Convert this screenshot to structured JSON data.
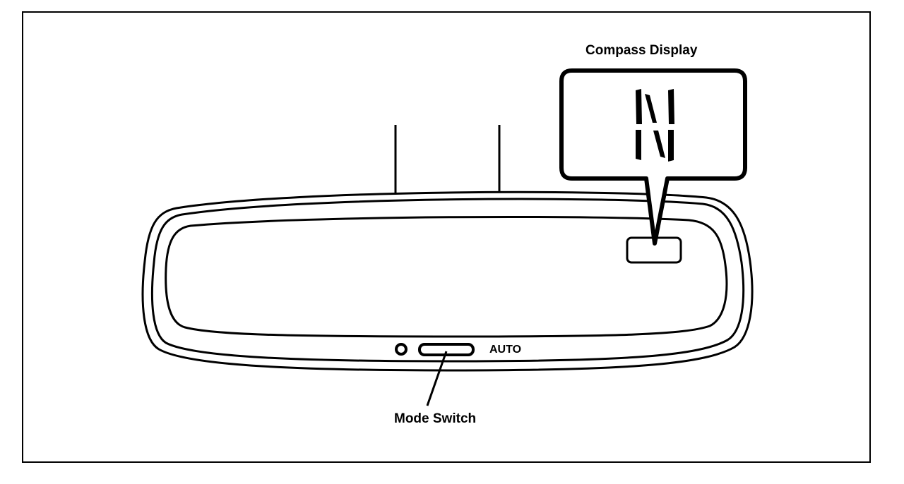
{
  "labels": {
    "compass_display": "Compass Display",
    "mode_switch": "Mode Switch",
    "auto": "AUTO"
  },
  "compass": {
    "heading": "N"
  },
  "colors": {
    "line": "#000000",
    "background": "#ffffff"
  }
}
